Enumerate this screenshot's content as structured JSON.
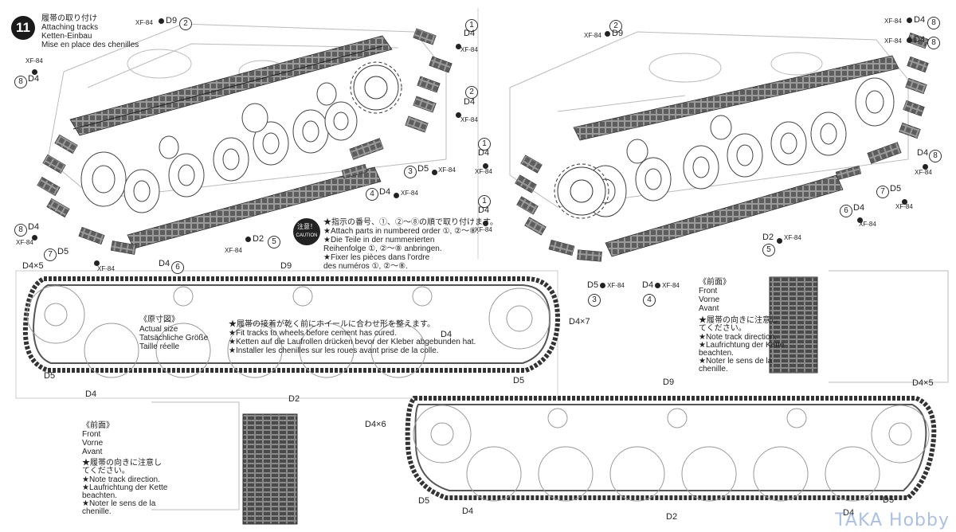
{
  "step": {
    "number": "11",
    "title_jp": "履帯の取り付け",
    "title_en": "Attaching tracks",
    "title_de": "Ketten-Einbau",
    "title_fr": "Mise en place des chenilles"
  },
  "caution": {
    "badge": "注意！",
    "badge_en": "CAUTION",
    "lines": [
      "★指示の番号、①、②～⑧の順で取り付けます。",
      "★Attach parts in numbered order ①, ②～⑧.",
      "★Die Teile in der nummerierten",
      "  Reihenfolge ①, ②～⑧ anbringen.",
      "★Fixer les pièces dans l'ordre",
      "  des numéros ①, ②～⑧."
    ]
  },
  "actual_size": {
    "jp": "《原寸図》",
    "en": "Actual size",
    "de": "Tatsächliche Größe",
    "fr": "Taille réelle"
  },
  "fit_note": [
    "★履帯の接着が乾く前にホイールに合わせ形を整えます。",
    "★Fit tracks to wheels before cement has cured.",
    "★Ketten auf die Laufrollen drücken bevor der Kleber abgebunden hat.",
    "★Installer les chenilles sur les roues avant prise de la colle."
  ],
  "front_note": {
    "jp": "《前面》",
    "en": "Front",
    "de": "Vorne",
    "fr": "Avant",
    "lines": [
      "★履帯の向きに注意し",
      "  てください。",
      "★Note track direction.",
      "★Laufrichtung der Kette",
      "  beachten.",
      "★Noter le sens de la",
      "  chenille."
    ]
  },
  "labels": {
    "d9": "D9",
    "d4": "D4",
    "d5": "D5",
    "d2": "D2",
    "xf84": "XF-84",
    "x5": "D4×5",
    "x7": "D4×7",
    "x6": "D4×6",
    "n1": "1",
    "n2": "2",
    "n3": "3",
    "n4": "4",
    "n5": "5",
    "n6": "6",
    "n7": "7",
    "n8": "8"
  },
  "watermark": "TAKA Hobby"
}
